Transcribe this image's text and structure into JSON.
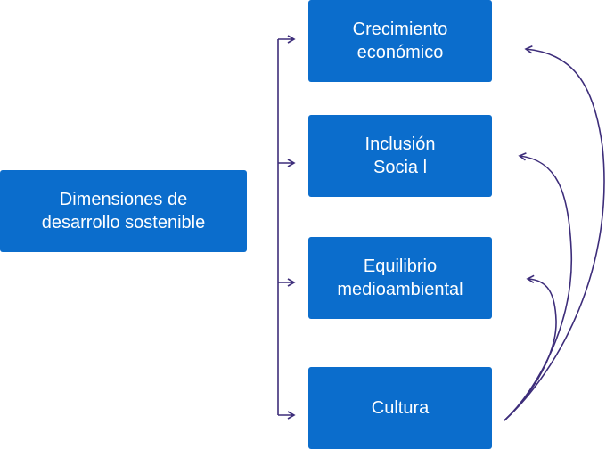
{
  "diagram": {
    "root": {
      "lines": [
        "Dimensiones de",
        "desarrollo sostenible"
      ]
    },
    "dimensions": [
      {
        "lines": [
          "Crecimiento",
          "económico"
        ]
      },
      {
        "lines": [
          "Inclusión",
          "Socia l"
        ]
      },
      {
        "lines": [
          "Equilibrio",
          "medioambiental"
        ]
      },
      {
        "lines": [
          "Cultura"
        ]
      }
    ]
  },
  "colors": {
    "box_fill": "#0b6dcc",
    "box_text": "#ffffff",
    "connector": "#3d2d7a"
  }
}
